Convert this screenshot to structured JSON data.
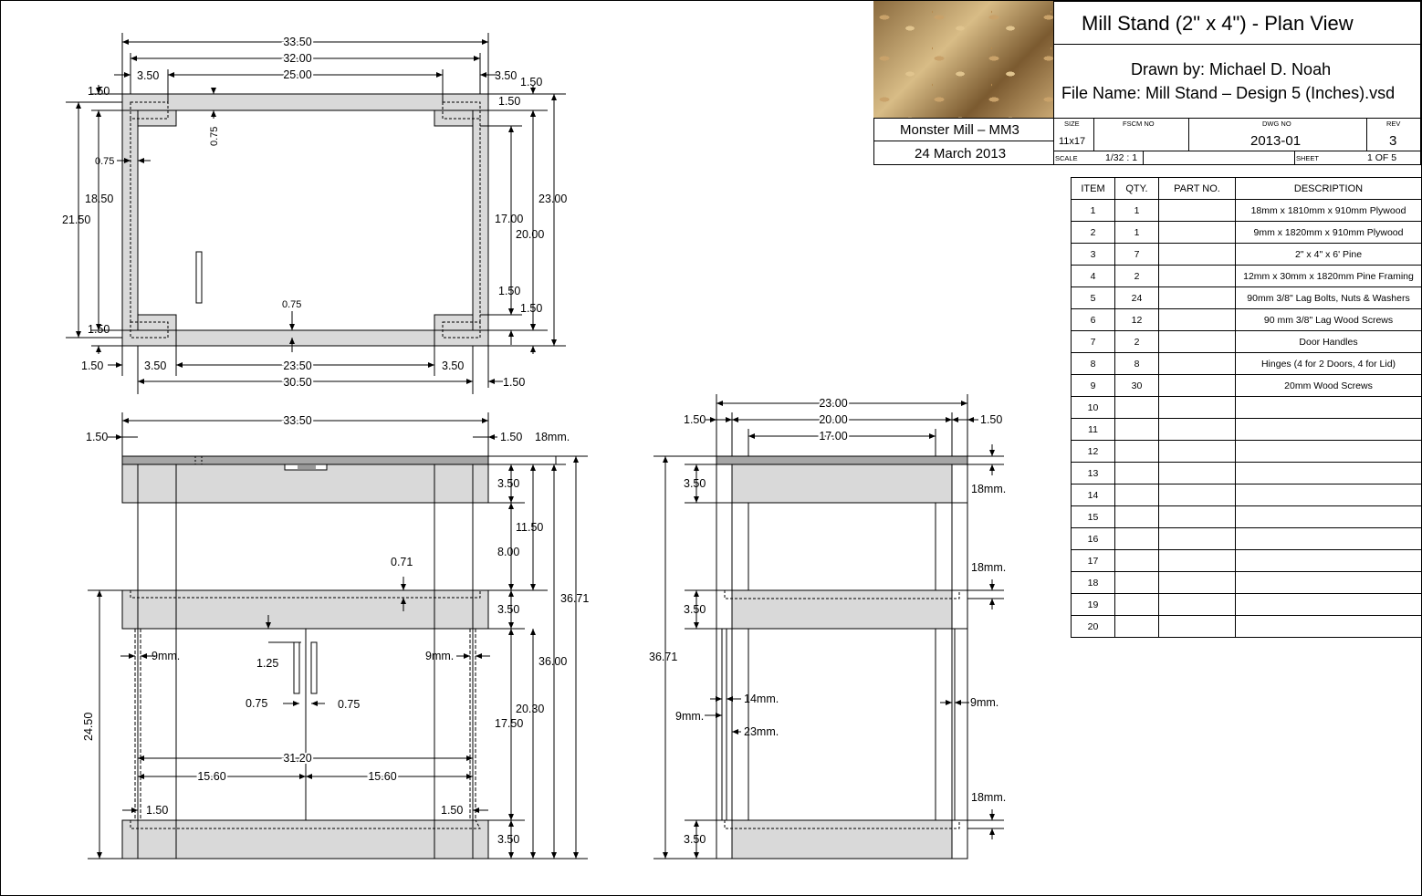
{
  "title_block": {
    "title": "Mill Stand (2\" x 4\")  -  Plan View",
    "drawn_by": "Drawn by:  Michael D. Noah",
    "file_name": "File Name:  Mill Stand – Design 5 (Inches).vsd",
    "project": "Monster Mill – MM3",
    "date": "24 March 2013",
    "size_label": "SIZE",
    "size_value": "11x17",
    "fscm_label": "FSCM NO",
    "dwg_label": "DWG NO",
    "dwg_value": "2013-01",
    "rev_label": "REV",
    "rev_value": "3",
    "scale_label": "SCALE",
    "scale_value": "1/32 : 1",
    "sheet_label": "SHEET",
    "sheet_value": "1 OF 5",
    "photo_icon": "grain-photo"
  },
  "parts_table": {
    "headers": [
      "ITEM",
      "QTY.",
      "PART NO.",
      "DESCRIPTION"
    ],
    "rows": [
      [
        "1",
        "1",
        "",
        "18mm x 1810mm x 910mm Plywood"
      ],
      [
        "2",
        "1",
        "",
        "9mm x 1820mm x 910mm Plywood"
      ],
      [
        "3",
        "7",
        "",
        "2\" x 4\" x 6' Pine"
      ],
      [
        "4",
        "2",
        "",
        "12mm x 30mm x 1820mm Pine Framing"
      ],
      [
        "5",
        "24",
        "",
        "90mm 3/8\" Lag Bolts, Nuts & Washers"
      ],
      [
        "6",
        "12",
        "",
        "90 mm 3/8\" Lag Wood Screws"
      ],
      [
        "7",
        "2",
        "",
        "Door Handles"
      ],
      [
        "8",
        "8",
        "",
        "Hinges (4 for 2 Doors, 4 for Lid)"
      ],
      [
        "9",
        "30",
        "",
        "20mm Wood Screws"
      ],
      [
        "10",
        "",
        "",
        ""
      ],
      [
        "11",
        "",
        "",
        ""
      ],
      [
        "12",
        "",
        "",
        ""
      ],
      [
        "13",
        "",
        "",
        ""
      ],
      [
        "14",
        "",
        "",
        ""
      ],
      [
        "15",
        "",
        "",
        ""
      ],
      [
        "16",
        "",
        "",
        ""
      ],
      [
        "17",
        "",
        "",
        ""
      ],
      [
        "18",
        "",
        "",
        ""
      ],
      [
        "19",
        "",
        "",
        ""
      ],
      [
        "20",
        "",
        "",
        ""
      ]
    ]
  },
  "plan_view_dims": {
    "d1": "33.50",
    "d2": "32.00",
    "d3": "25.00",
    "d4": "3.50",
    "d5": "3.50",
    "d6": "1.50",
    "d7": "1.50",
    "d8": "1.50",
    "d9": "0.75",
    "d10": "0.75",
    "d11": "18.50",
    "d12": "21.50",
    "d13": "17.00",
    "d14": "20.00",
    "d15": "23.00",
    "d16": "1.50",
    "d17": "1.50",
    "d18": "0.75",
    "d19": "1.50",
    "d20": "1.50",
    "d21": "3.50",
    "d22": "23.50",
    "d23": "3.50",
    "d24": "30.50",
    "d25": "1.50"
  },
  "front_view_dims": {
    "d1": "33.50",
    "d2": "1.50",
    "d3": "1.50",
    "d4": "18mm.",
    "d5": "3.50",
    "d6": "11.50",
    "d7": "8.00",
    "d8": "0.71",
    "d9": "3.50",
    "d10": "36.71",
    "d11": "36.00",
    "d12": "9mm.",
    "d13": "9mm.",
    "d14": "1.25",
    "d15": "0.75",
    "d16": "0.75",
    "d17": "20.30",
    "d18": "17.50",
    "d19": "24.50",
    "d20": "31.20",
    "d21": "15.60",
    "d22": "15.60",
    "d23": "1.50",
    "d24": "1.50",
    "d25": "3.50"
  },
  "side_view_dims": {
    "d1": "23.00",
    "d2": "20.00",
    "d3": "17.00",
    "d4": "1.50",
    "d5": "1.50",
    "d6": "3.50",
    "d7": "18mm.",
    "d8": "18mm.",
    "d9": "3.50",
    "d10": "36.71",
    "d11": "14mm.",
    "d12": "9mm.",
    "d13": "23mm.",
    "d14": "9mm.",
    "d15": "18mm.",
    "d16": "3.50"
  }
}
